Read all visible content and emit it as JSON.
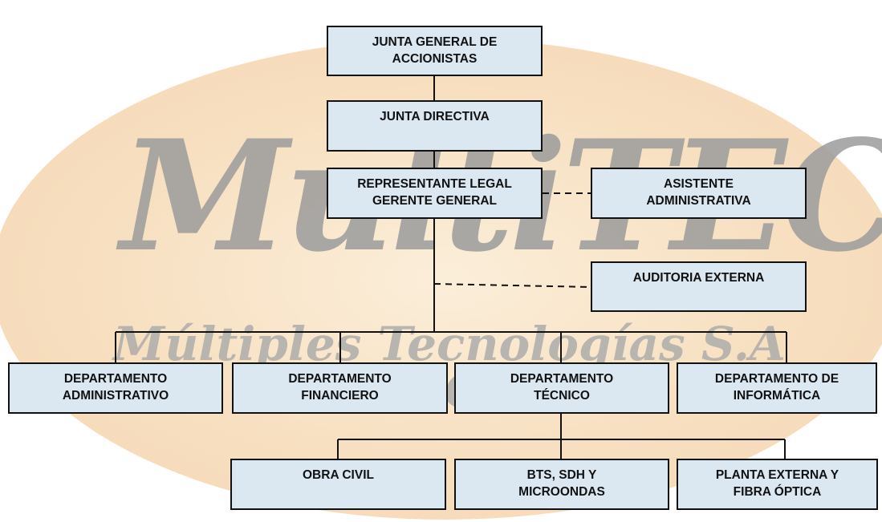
{
  "watermark": {
    "logo_text": "MultiTEC",
    "subtitle": "Múltiples Tecnologías S.A de C.V"
  },
  "colors": {
    "box_fill": "#dbe8f2",
    "box_border": "#111111",
    "background_ellipse": "#f7dfc0"
  },
  "nodes": {
    "junta_accionistas": [
      "JUNTA GENERAL DE",
      "ACCIONISTAS"
    ],
    "junta_directiva": [
      "JUNTA DIRECTIVA"
    ],
    "gerente_general": [
      "REPRESENTANTE LEGAL",
      "GERENTE GENERAL"
    ],
    "asistente": [
      "ASISTENTE",
      "ADMINISTRATIVA"
    ],
    "auditoria": [
      "AUDITORIA EXTERNA"
    ],
    "dep_administrativo": [
      "DEPARTAMENTO",
      "ADMINISTRATIVO"
    ],
    "dep_financiero": [
      "DEPARTAMENTO",
      "FINANCIERO"
    ],
    "dep_tecnico": [
      "DEPARTAMENTO",
      "TÉCNICO"
    ],
    "dep_informatica": [
      "DEPARTAMENTO DE",
      "INFORMÁTICA"
    ],
    "obra_civil": [
      "OBRA CIVIL"
    ],
    "bts": [
      "BTS, SDH Y",
      "MICROONDAS"
    ],
    "planta_externa": [
      "PLANTA EXTERNA Y",
      "FIBRA ÓPTICA"
    ]
  }
}
